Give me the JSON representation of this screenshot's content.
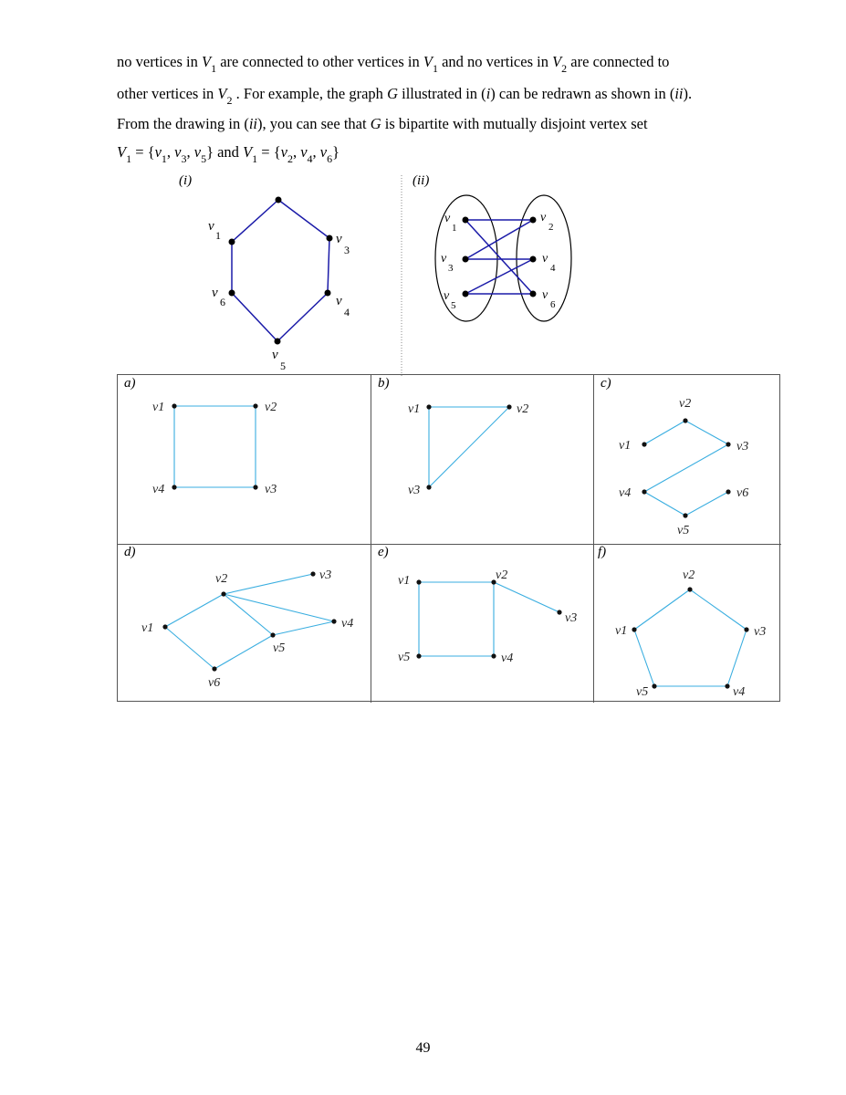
{
  "text": {
    "line1_parts": [
      "no vertices in ",
      "V",
      "1",
      " are connected to other vertices in ",
      "V",
      "1",
      " and no vertices in ",
      "V",
      "2",
      " are connected to"
    ],
    "line2_parts": [
      "other vertices in ",
      "V",
      "2",
      " . For example, the graph ",
      "G",
      " illustrated in (",
      "i",
      ") can be redrawn as shown in (",
      "ii",
      ")."
    ],
    "line3_parts": [
      "From the drawing in (",
      "ii",
      "), you can see that ",
      "G",
      " is bipartite with mutually disjoint vertex set"
    ],
    "line4_parts": [
      "V",
      "1",
      " = {",
      "v",
      "1",
      ", ",
      "v",
      "3",
      ", ",
      "v",
      "5",
      "}  and ",
      "V",
      "1",
      " = {",
      "v",
      "2",
      ", ",
      "v",
      "4",
      ", ",
      "v",
      "6",
      "}"
    ]
  },
  "figures": {
    "i_label": "(i)",
    "ii_label": "(ii)",
    "cell_labels": [
      "a)",
      "b)",
      "c)",
      "d)",
      "e)",
      "f)"
    ]
  },
  "vertex_labels": {
    "v1": "v1",
    "v2": "v2",
    "v3": "v3",
    "v4": "v4",
    "v5": "v5",
    "v6": "v6"
  },
  "page_number": "49",
  "colors": {
    "dark_edge": "#1a1aa8",
    "light_edge": "#3aaee0",
    "vertex": "#000000"
  }
}
